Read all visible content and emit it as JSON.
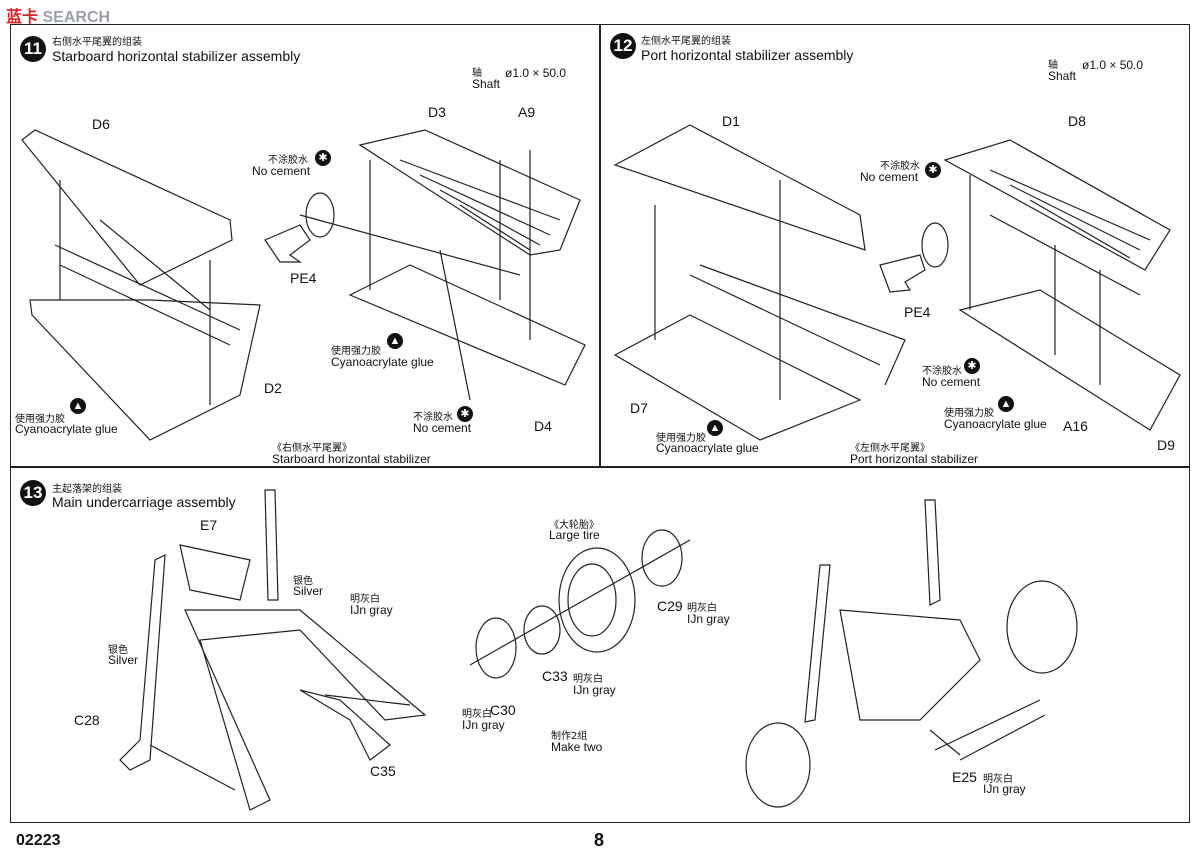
{
  "watermark": {
    "prefix": "蓝",
    "middle": "卡",
    "suffix": "SEARCH"
  },
  "footer": {
    "code": "02223",
    "page": "8"
  },
  "steps": [
    {
      "number": "11",
      "title_cn": "右侧水平尾翼的组装",
      "title_en": "Starboard horizontal stabilizer assembly",
      "caption_cn": "《右侧水平尾翼》",
      "caption_en": "Starboard horizontal stabilizer",
      "parts": [
        "D6",
        "D3",
        "A9",
        "PE4",
        "D2",
        "D4"
      ],
      "shaft_cn": "轴",
      "shaft_en": "Shaft",
      "shaft_dim": "ø1.0 × 50.0",
      "nocement_cn": "不涂胶水",
      "nocement_en": "No cement",
      "glue_cn": "使用强力胶",
      "glue_en": "Cyanoacrylate glue"
    },
    {
      "number": "12",
      "title_cn": "左侧水平尾翼的组装",
      "title_en": "Port horizontal stabilizer assembly",
      "caption_cn": "《左侧水平尾翼》",
      "caption_en": "Port horizontal stabilizer",
      "parts": [
        "D1",
        "D8",
        "PE4",
        "D7",
        "A16",
        "D9"
      ],
      "shaft_cn": "轴",
      "shaft_en": "Shaft",
      "shaft_dim": "ø1.0 × 50.0",
      "nocement_cn": "不涂胶水",
      "nocement_en": "No cement",
      "glue_cn": "使用强力胶",
      "glue_en": "Cyanoacrylate glue"
    },
    {
      "number": "13",
      "title_cn": "主起落架的组装",
      "title_en": "Main undercarriage assembly",
      "parts": [
        "E7",
        "C28",
        "C35",
        "C29",
        "C33",
        "C30",
        "E25"
      ],
      "silver_cn": "银色",
      "silver_en": "Silver",
      "gray_cn": "明灰白",
      "gray_en": "IJn gray",
      "tire_cn": "《大轮胎》",
      "tire_en": "Large tire",
      "maketwo_cn": "制作2组",
      "maketwo_en": "Make two"
    }
  ],
  "icons": {
    "nocement": "no-cement-icon",
    "glue": "glue-bottle-icon"
  }
}
